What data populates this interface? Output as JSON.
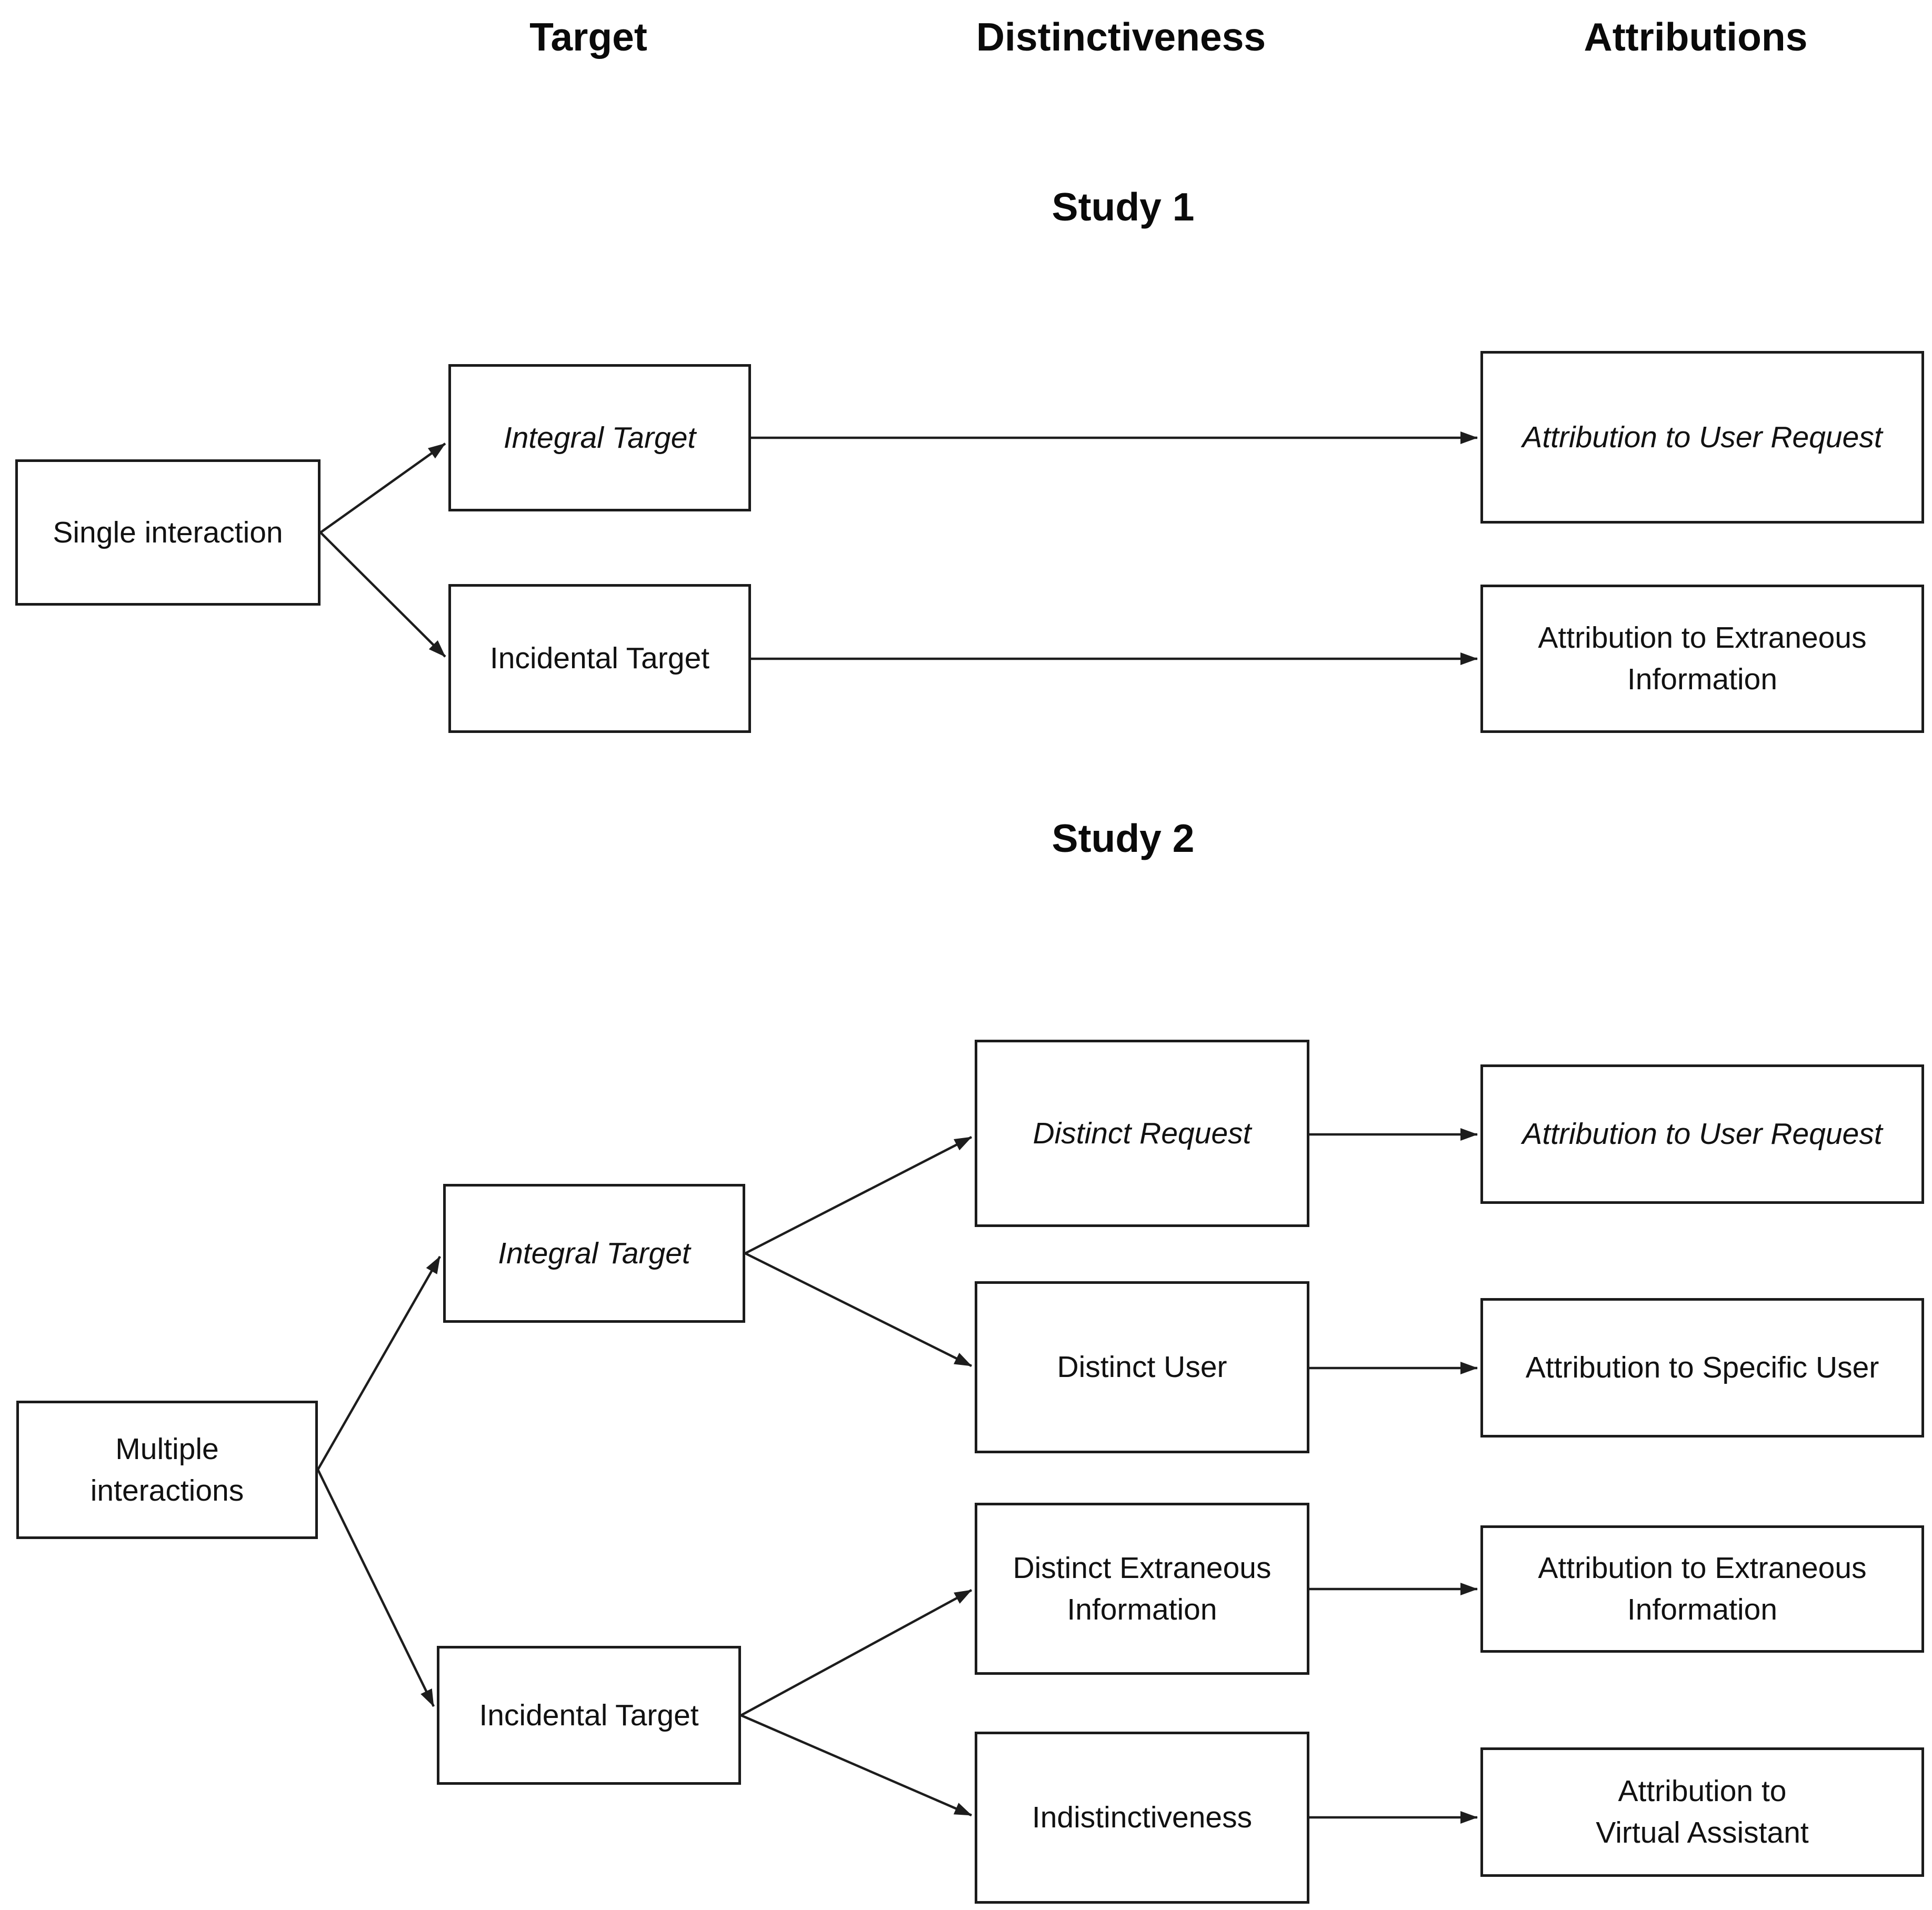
{
  "diagram": {
    "background_color": "#ffffff",
    "line_color": "#1d1d1d",
    "text_color": "#111111"
  },
  "column_headers": {
    "target": "Target",
    "distinctiveness": "Distinctiveness",
    "attributions": "Attributions"
  },
  "sections": {
    "study1": {
      "title": "Study 1"
    },
    "study2": {
      "title": "Study 2"
    }
  },
  "nodes": {
    "single_interaction": {
      "label": "Single interaction",
      "italic": false
    },
    "integral_target_s1": {
      "label": "Integral Target",
      "italic": true
    },
    "incidental_target_s1": {
      "label": "Incidental Target",
      "italic": false
    },
    "attr_user_request_s1": {
      "label": "Attribution to User Request",
      "italic": true
    },
    "attr_extraneous_s1": {
      "label": "Attribution to Extraneous\nInformation",
      "italic": false
    },
    "multiple_interactions": {
      "label": "Multiple\ninteractions",
      "italic": false
    },
    "integral_target_s2": {
      "label": "Integral Target",
      "italic": true
    },
    "incidental_target_s2": {
      "label": "Incidental Target",
      "italic": false
    },
    "distinct_request": {
      "label": "Distinct Request",
      "italic": true
    },
    "distinct_user": {
      "label": "Distinct User",
      "italic": false
    },
    "distinct_extraneous": {
      "label": "Distinct Extraneous\nInformation",
      "italic": false
    },
    "indistinctiveness": {
      "label": "Indistinctiveness",
      "italic": false
    },
    "attr_user_request_s2": {
      "label": "Attribution to User Request",
      "italic": true
    },
    "attr_specific_user": {
      "label": "Attribution to Specific User",
      "italic": false
    },
    "attr_extraneous_s2": {
      "label": "Attribution to Extraneous\nInformation",
      "italic": false
    },
    "attr_virtual_assistant": {
      "label": "Attribution to\nVirtual Assistant",
      "italic": false
    }
  },
  "edges": [
    {
      "from": "single_interaction",
      "to": "integral_target_s1"
    },
    {
      "from": "single_interaction",
      "to": "incidental_target_s1"
    },
    {
      "from": "integral_target_s1",
      "to": "attr_user_request_s1"
    },
    {
      "from": "incidental_target_s1",
      "to": "attr_extraneous_s1"
    },
    {
      "from": "multiple_interactions",
      "to": "integral_target_s2"
    },
    {
      "from": "multiple_interactions",
      "to": "incidental_target_s2"
    },
    {
      "from": "integral_target_s2",
      "to": "distinct_request"
    },
    {
      "from": "integral_target_s2",
      "to": "distinct_user"
    },
    {
      "from": "distinct_request",
      "to": "attr_user_request_s2"
    },
    {
      "from": "distinct_user",
      "to": "attr_specific_user"
    },
    {
      "from": "incidental_target_s2",
      "to": "distinct_extraneous"
    },
    {
      "from": "incidental_target_s2",
      "to": "indistinctiveness"
    },
    {
      "from": "distinct_extraneous",
      "to": "attr_extraneous_s2"
    },
    {
      "from": "indistinctiveness",
      "to": "attr_virtual_assistant"
    }
  ]
}
